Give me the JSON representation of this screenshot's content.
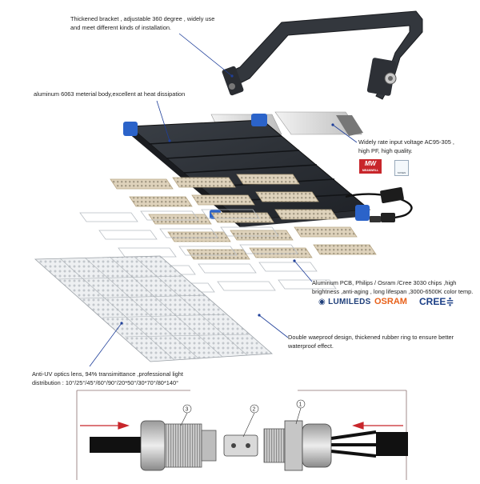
{
  "captions": {
    "bracket": [
      "Thickened bracket , adjustable 360 degree , widely use",
      "and meet different kinds of installation."
    ],
    "body": "aluminum 6063 meterial body,excellent at heat dissipation",
    "voltage": [
      "Widely rate input voltage AC95-305 ,",
      "high PF, high quality."
    ],
    "pcb": [
      "Aluminum PCB, Philips / Osram /Cree 3030 chips ,high",
      "brightness ,anti-aging , long lifespan ,3000-6500K color temp."
    ],
    "waterproof": [
      "Double waeproof design, thickened rubber ring to ensure better",
      "waterproof effect."
    ],
    "lens": [
      "Anti-UV optics lens, 94% transimittance ,professional light",
      "distribution : 10°/25°/45°/60°/90°/20*50°/30*70°/80*140°"
    ]
  },
  "brands": {
    "meanwell": "MW",
    "meanwell_sub": "MEANWELL",
    "second_badge": "SOSEN",
    "lumileds": "LUMILEDS",
    "osram": "OSRAM",
    "cree": "CREE"
  },
  "connector": {
    "part_numbers": [
      "3",
      "2",
      "1"
    ]
  },
  "colors": {
    "housing": "#2b2f35",
    "accent_blue": "#2b63c9",
    "arrow_red": "#c8262b",
    "leader_blue": "#1f3f9a",
    "cable": "#111111"
  }
}
